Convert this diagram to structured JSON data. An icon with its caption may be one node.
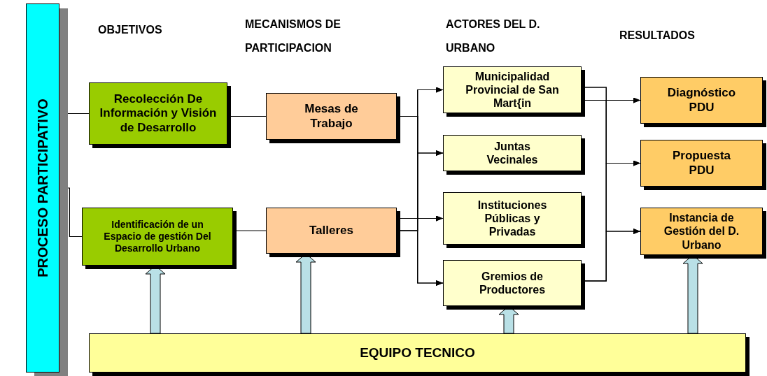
{
  "diagram": {
    "nodes": [
      {
        "text": [
          "PROCESO PARTICIPATIVO"
        ]
      },
      {
        "text": [
          "Recolección De Información y Visión de Desarrollo"
        ]
      },
      {
        "text": [
          "Identificación de un Espacio de gestión Del Desarrollo Urbano"
        ]
      },
      {
        "text": [
          "Mesas de Trabajo"
        ]
      },
      {
        "text": [
          "Talleres"
        ]
      },
      {
        "text": [
          "Municipalidad Provincial de San Mart{in"
        ]
      },
      {
        "text": [
          "Juntas Vecinales"
        ]
      },
      {
        "text": [
          "Instituciones Públicas y Privadas"
        ]
      },
      {
        "text": [
          "Gremios de Productores"
        ]
      },
      {
        "text": [
          "Diagnóstico PDU"
        ]
      },
      {
        "text": [
          "Propuesta PDU"
        ]
      },
      {
        "text": [
          "Instancia de Gestión del D. Urbano"
        ]
      },
      {
        "text": [
          "EQUIPO TECNICO"
        ]
      }
    ],
    "edges": [
      {
        "from": 0,
        "to": 1,
        "arrow": "none"
      },
      {
        "from": 0,
        "to": 2,
        "arrow": "none"
      },
      {
        "from": 1,
        "to": 3,
        "arrow": "none"
      },
      {
        "from": 2,
        "to": 4,
        "arrow": "none"
      },
      {
        "from": 3,
        "to": 5,
        "arrow": "to"
      },
      {
        "from": 3,
        "to": 6,
        "arrow": "to"
      },
      {
        "from": 3,
        "to": 7,
        "arrow": "to"
      },
      {
        "from": 3,
        "to": 8,
        "arrow": "to"
      },
      {
        "from": 4,
        "to": 5,
        "arrow": "to"
      },
      {
        "from": 4,
        "to": 6,
        "arrow": "to"
      },
      {
        "from": 4,
        "to": 7,
        "arrow": "to"
      },
      {
        "from": 4,
        "to": 8,
        "arrow": "to"
      },
      {
        "from": 5,
        "to": 9,
        "arrow": "to"
      },
      {
        "from": 5,
        "to": 10,
        "arrow": "to"
      },
      {
        "from": 5,
        "to": 11,
        "arrow": "to"
      },
      {
        "from": 8,
        "to": 9,
        "arrow": "to"
      },
      {
        "from": 8,
        "to": 10,
        "arrow": "to"
      },
      {
        "from": 8,
        "to": 11,
        "arrow": "to"
      },
      {
        "from": 12,
        "to": 2,
        "arrow": "to",
        "style": "thick"
      },
      {
        "from": 12,
        "to": 4,
        "arrow": "to",
        "style": "thick"
      },
      {
        "from": 12,
        "to": 8,
        "arrow": "to",
        "style": "thick"
      },
      {
        "from": 12,
        "to": 11,
        "arrow": "to",
        "style": "thick"
      }
    ],
    "labels": [
      "OBJETIVOS",
      "MECANISMOS DE PARTICIPACION",
      "ACTORES DEL D. URBANO",
      "RESULTADOS"
    ]
  }
}
